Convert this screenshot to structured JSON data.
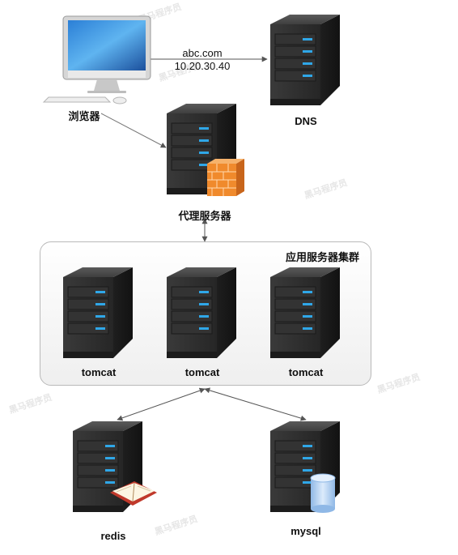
{
  "nodes": {
    "browser": {
      "label": "浏览器"
    },
    "dns": {
      "label": "DNS"
    },
    "proxy": {
      "label": "代理服务器"
    },
    "tomcat1": {
      "label": "tomcat"
    },
    "tomcat2": {
      "label": "tomcat"
    },
    "tomcat3": {
      "label": "tomcat"
    },
    "redis": {
      "label": "redis"
    },
    "mysql": {
      "label": "mysql"
    }
  },
  "cluster": {
    "title": "应用服务器集群"
  },
  "edges": {
    "browser_dns": {
      "domain": "abc.com",
      "ip": "10.20.30.40"
    }
  },
  "watermark": {
    "text": "黑马程序员"
  },
  "colors": {
    "server_body": "#2b2b2b",
    "server_light": "#2fa7e8",
    "firewall": "#f08a2c",
    "database": "#b9d6f3"
  }
}
